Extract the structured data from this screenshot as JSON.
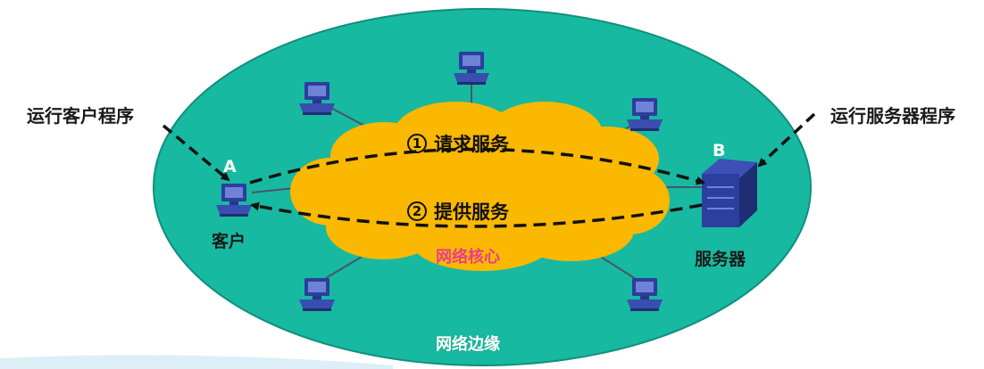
{
  "labels": {
    "run_client": "运行客户程序",
    "run_server": "运行服务器程序",
    "host_a_letter": "A",
    "host_b_letter": "B",
    "client": "客户",
    "server": "服务器",
    "request_num": "1",
    "request": "请求服务",
    "provide_num": "2",
    "provide": "提供服务",
    "network_core": "网络核心",
    "network_edge": "网络边缘"
  },
  "colors": {
    "edge_region": "#17b9a0",
    "core_cloud": "#fbb800",
    "core_text": "#e83e8c",
    "computer": "#2c3e9e"
  },
  "icons": [
    "computer-icon",
    "server-icon",
    "cloud-shape",
    "dashed-arrow"
  ]
}
